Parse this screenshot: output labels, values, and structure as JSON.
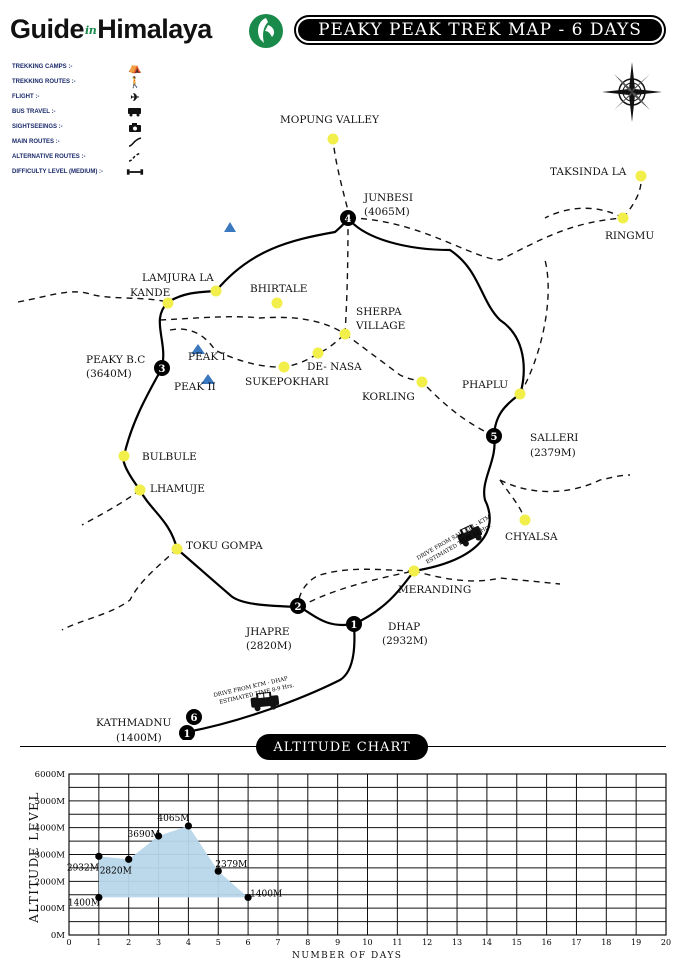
{
  "header": {
    "brand_left": "Guide",
    "brand_mid": "in",
    "brand_right": "Himalaya",
    "title": "PEAKY PEAK TREK MAP - 6 DAYS"
  },
  "legend": [
    {
      "label": "TREKKING CAMPS :-",
      "icon": "camp-icon"
    },
    {
      "label": "TREKKING ROUTES :-",
      "icon": "hiker-icon"
    },
    {
      "label": "FLIGHT :-",
      "icon": "plane-icon"
    },
    {
      "label": "BUS TRAVEL :-",
      "icon": "bus-icon"
    },
    {
      "label": "SIGHTSEEINGS :-",
      "icon": "camera-icon"
    },
    {
      "label": "MAIN ROUTES :-",
      "icon": "solid-line-icon"
    },
    {
      "label": "ALTERNATIVE ROUTES :-",
      "icon": "dashed-line-icon"
    },
    {
      "label": "DIFFICULTY LEVEL (MEDIUM) :-",
      "icon": "dumbbell-icon"
    }
  ],
  "places": {
    "mopung": "MOPUNG VALLEY",
    "junbesi": "JUNBESI",
    "junbesi_alt": "(4065M)",
    "taksinda": "TAKSINDA LA",
    "ringmu": "RINGMU",
    "lamjura1": "LAMJURA LA",
    "lamjura2": "KANDE",
    "bhirtale": "BHIRTALE",
    "sherpa1": "SHERPA",
    "sherpa2": "VILLAGE",
    "peakbc": "PEAKY B.C",
    "peakbc_alt": "(3640M)",
    "peak1": "PEAK I",
    "peak2": "PEAK II",
    "denasa": "DE- NASA",
    "sukepokhari": "SUKEPOKHARI",
    "korling": "KORLING",
    "phaplu": "PHAPLU",
    "salleri": "SALLERI",
    "salleri_alt": "(2379M)",
    "bulbule": "BULBULE",
    "lhamuje": "LHAMUJE",
    "tokugompa": "TOKU GOMPA",
    "chyalsa": "CHYALSA",
    "meranding": "MERANDING",
    "jhapre": "JHAPRE",
    "jhapre_alt": "(2820M)",
    "dhap": "DHAP",
    "dhap_alt": "(2932M)",
    "kathmandu": "KATHMADNU",
    "kathmandu_alt": "(1400M)"
  },
  "stops": [
    {
      "id": "1",
      "label": "1"
    },
    {
      "id": "2",
      "label": "2"
    },
    {
      "id": "3",
      "label": "3"
    },
    {
      "id": "4",
      "label": "4"
    },
    {
      "id": "5",
      "label": "5"
    },
    {
      "id": "6",
      "label": "6"
    },
    {
      "id": "1b",
      "label": "1"
    }
  ],
  "drives": {
    "salleri_line1": "DRIVE FROM SALLERI - KTM",
    "salleri_line2": "ESTIMATED TIME 12 Hrs.",
    "ktm_line1": "DRIVE FROM KTM - DHAP",
    "ktm_line2": "ESTIMATED TIME 8-9 Hrs."
  },
  "colors": {
    "waypoint": "#f2ee4a",
    "peak": "#3a78c0",
    "chart_fill": "#b8d6ea"
  },
  "chart_data": {
    "type": "area",
    "title": "ALTITUDE CHART",
    "xlabel": "NUMBER OF DAYS",
    "ylabel": "ALTITUDE LEVEL",
    "xlim": [
      0,
      20
    ],
    "ylim": [
      0,
      6000
    ],
    "x_ticks": [
      "0",
      "1",
      "2",
      "3",
      "4",
      "5",
      "6",
      "7",
      "8",
      "9",
      "10",
      "11",
      "12",
      "13",
      "14",
      "15",
      "16",
      "17",
      "18",
      "19",
      "20"
    ],
    "y_ticks": [
      "0M",
      "1000M",
      "2000M",
      "3000M",
      "4000M",
      "5000M",
      "6000M"
    ],
    "points": [
      {
        "x": 1,
        "y": 1400,
        "label": "1400M"
      },
      {
        "x": 1,
        "y": 2932,
        "label": "2932M"
      },
      {
        "x": 2,
        "y": 2820,
        "label": "2820M"
      },
      {
        "x": 3,
        "y": 3690,
        "label": "3690M"
      },
      {
        "x": 4,
        "y": 4065,
        "label": "4065M"
      },
      {
        "x": 5,
        "y": 2379,
        "label": "2379M"
      },
      {
        "x": 6,
        "y": 1400,
        "label": "1400M"
      }
    ]
  }
}
